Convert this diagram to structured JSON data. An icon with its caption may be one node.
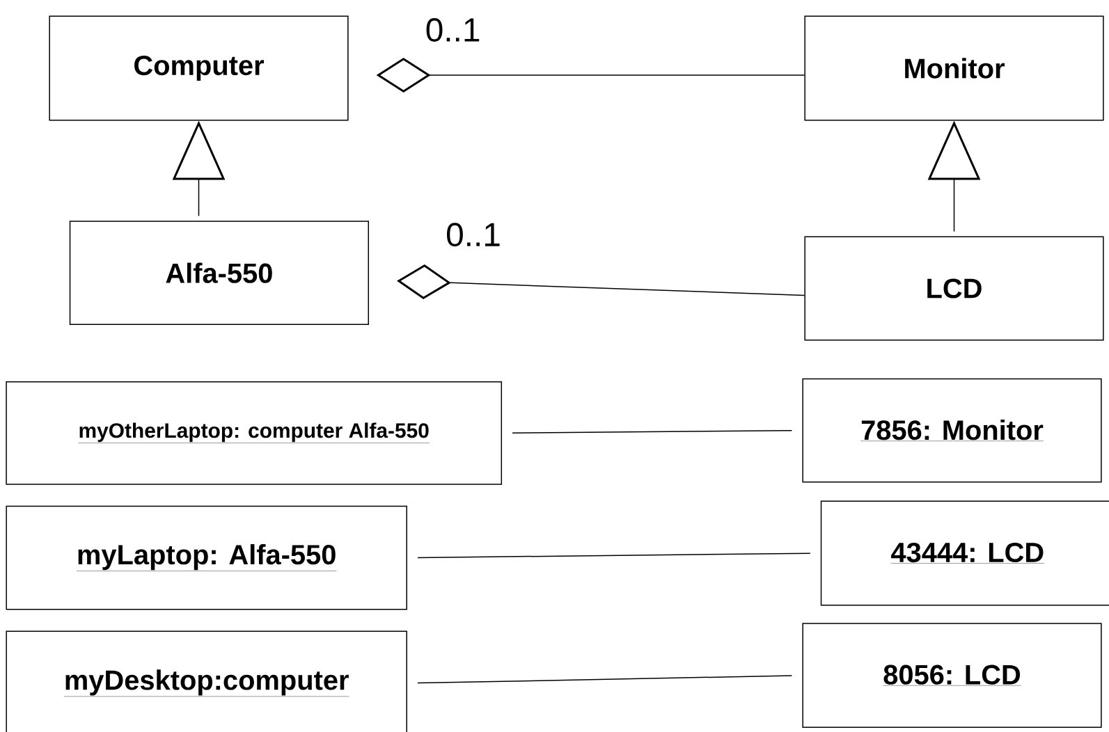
{
  "diagram": {
    "nodes": [
      {
        "text": [
          "Computer"
        ]
      },
      {
        "text": [
          "Monitor"
        ]
      },
      {
        "text": [
          "Alfa-550"
        ]
      },
      {
        "text": [
          "LCD"
        ]
      },
      {
        "text": [
          "myOtherLaptop: computer Alfa-550"
        ]
      },
      {
        "text": [
          "7856: Monitor"
        ]
      },
      {
        "text": [
          "myLaptop: Alfa-550"
        ]
      },
      {
        "text": [
          "43444: LCD"
        ]
      },
      {
        "text": [
          "myDesktop:computer"
        ]
      },
      {
        "text": [
          "8056: LCD"
        ]
      }
    ],
    "edges": [
      {
        "from": 0,
        "to": 1,
        "arrow": "other",
        "label": "0..1"
      },
      {
        "from": 2,
        "to": 0,
        "arrow": "to"
      },
      {
        "from": 3,
        "to": 1,
        "arrow": "to"
      },
      {
        "from": 2,
        "to": 3,
        "arrow": "other",
        "label": "0..1"
      },
      {
        "from": 4,
        "to": 5,
        "arrow": "none"
      },
      {
        "from": 6,
        "to": 7,
        "arrow": "none"
      },
      {
        "from": 8,
        "to": 9,
        "arrow": "none"
      }
    ]
  }
}
